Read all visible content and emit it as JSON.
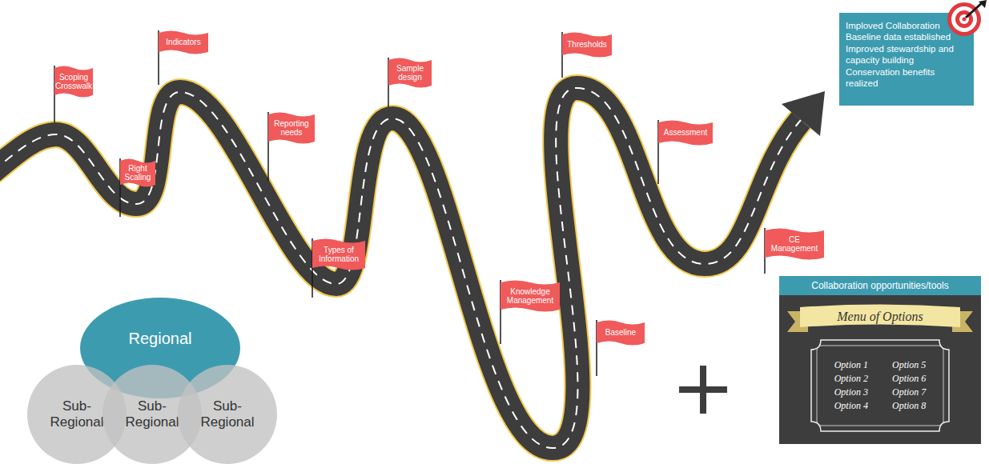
{
  "diagram": {
    "nodes": [
      {
        "text": [
          "Scoping Crosswalk"
        ]
      },
      {
        "text": [
          "Right Scaling"
        ]
      },
      {
        "text": [
          "Indicators"
        ]
      },
      {
        "text": [
          "Reporting needs"
        ]
      },
      {
        "text": [
          "Types of Information"
        ]
      },
      {
        "text": [
          "Sample design"
        ]
      },
      {
        "text": [
          "Knowledge Management"
        ]
      },
      {
        "text": [
          "Baseline"
        ]
      },
      {
        "text": [
          "Thresholds"
        ]
      },
      {
        "text": [
          "Assessment"
        ]
      },
      {
        "text": [
          "CE Management"
        ]
      },
      {
        "text": [
          "Imploved Collaboration",
          "Baseline data established",
          "Improved stewardship and capacity building",
          "Conservation benefits realized"
        ]
      },
      {
        "text": [
          "Regional"
        ]
      },
      {
        "text": [
          "Sub- Regional"
        ]
      },
      {
        "text": [
          "Sub- Regional"
        ]
      },
      {
        "text": [
          "Sub- Regional"
        ]
      },
      {
        "text": [
          "Collaboration opportunities/tools"
        ]
      },
      {
        "text": [
          "Menu of Options"
        ],
        "in": 16
      },
      {
        "text": [
          "Option 1",
          "Option 2",
          "Option 3",
          "Option 4",
          "Option 5",
          "Option 6",
          "Option 7",
          "Option 8"
        ],
        "in": 16
      }
    ]
  }
}
